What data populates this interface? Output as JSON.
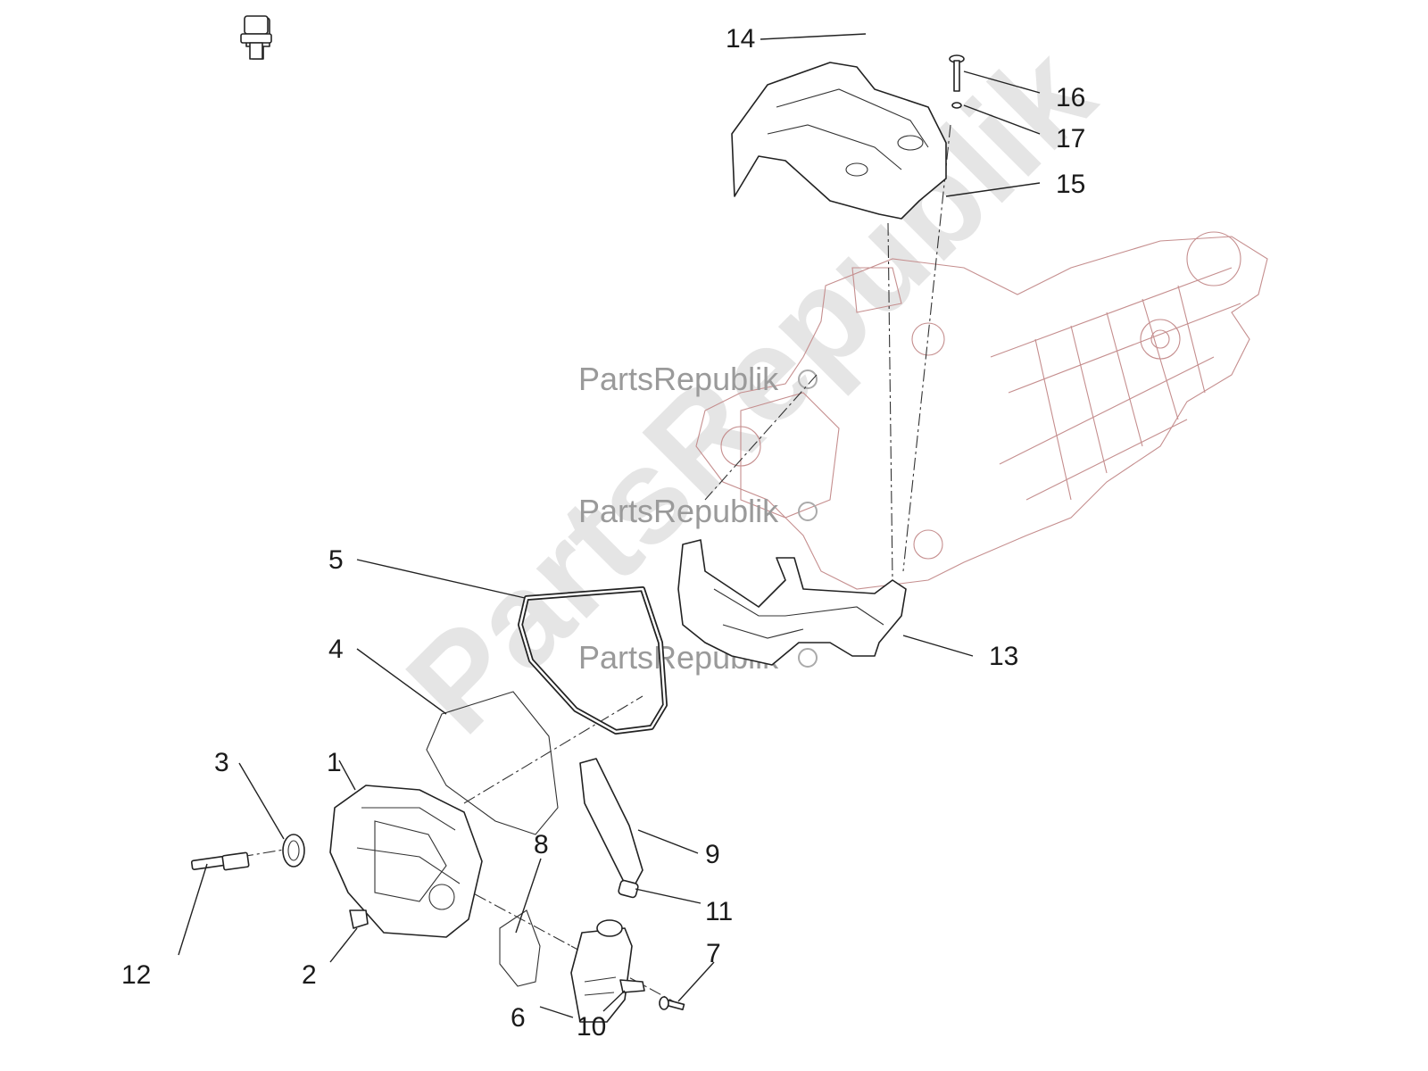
{
  "watermark": {
    "brand": "PartsRepublik",
    "big": "PartsRepublik"
  },
  "callouts": [
    "1",
    "2",
    "3",
    "4",
    "5",
    "6",
    "7",
    "8",
    "9",
    "10",
    "11",
    "12",
    "13",
    "14",
    "15",
    "16",
    "17"
  ]
}
